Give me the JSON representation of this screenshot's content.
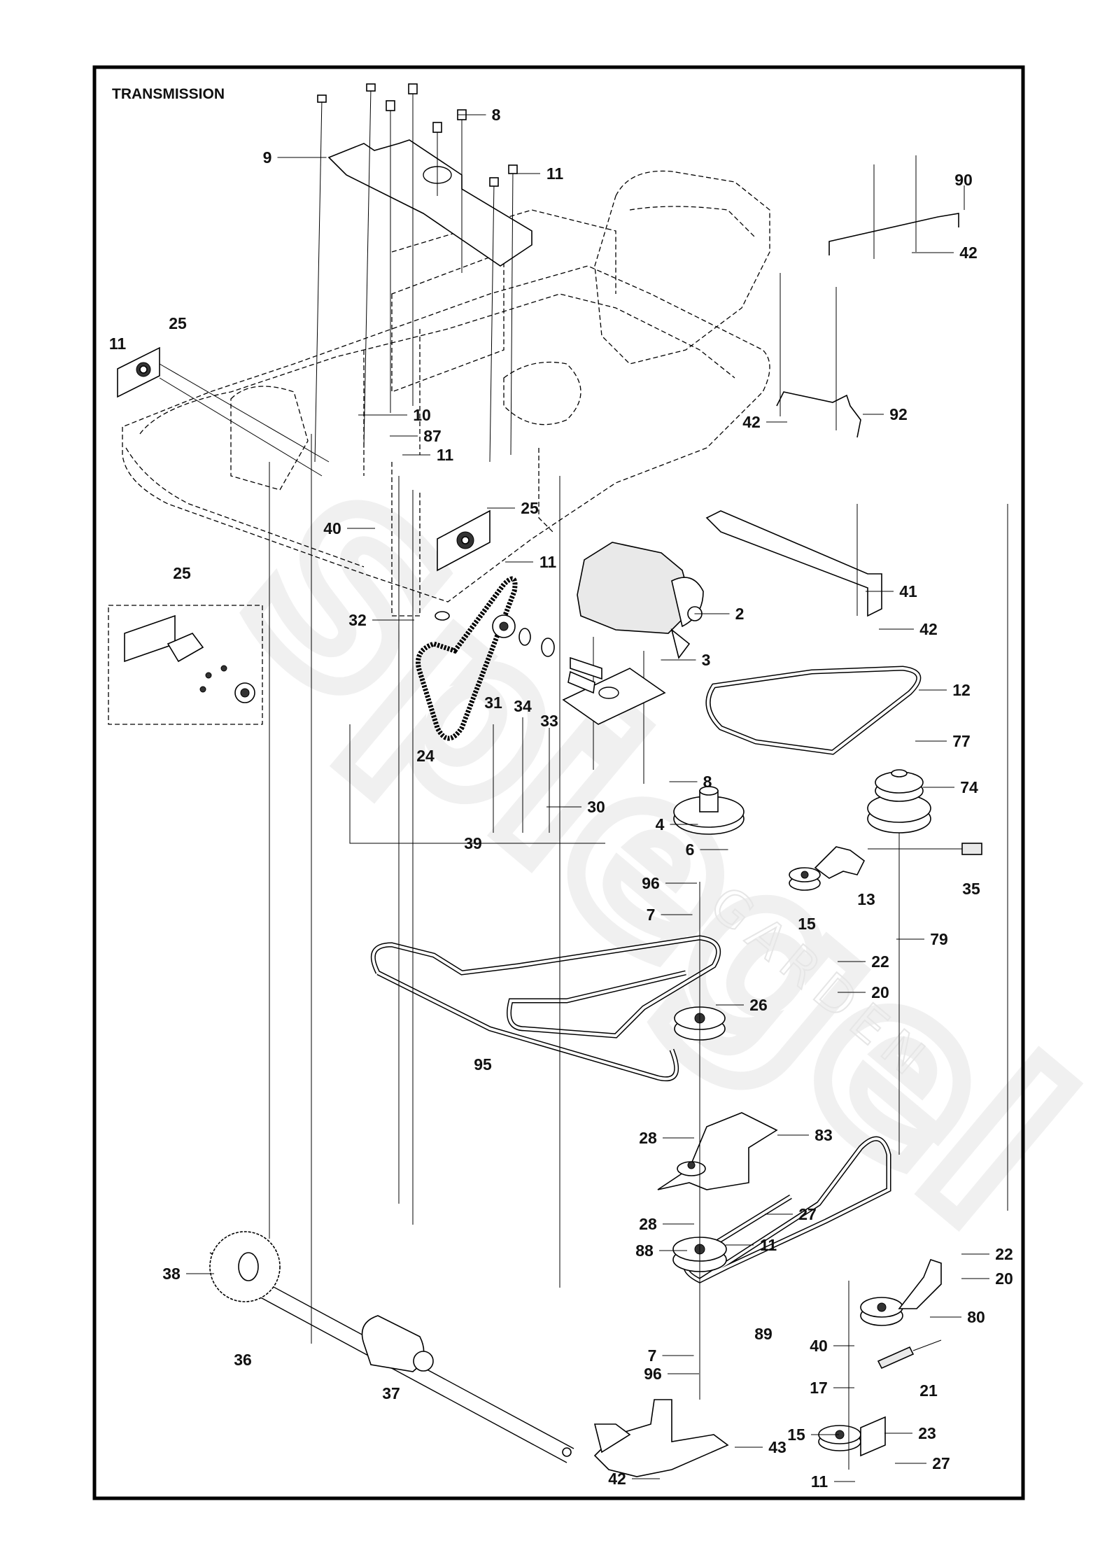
{
  "title": "TRANSMISSION",
  "watermark": {
    "brand": "Spiegel",
    "sub": "GARDEN"
  },
  "callouts": [
    "9",
    "8",
    "11",
    "90",
    "42",
    "25",
    "11",
    "10",
    "87",
    "11",
    "42",
    "92",
    "40",
    "25",
    "11",
    "25",
    "41",
    "2",
    "32",
    "42",
    "3",
    "12",
    "31",
    "34",
    "33",
    "77",
    "24",
    "8",
    "74",
    "30",
    "39",
    "4",
    "6",
    "13",
    "35",
    "15",
    "96",
    "7",
    "79",
    "22",
    "20",
    "26",
    "95",
    "83",
    "28",
    "27",
    "28",
    "11",
    "88",
    "22",
    "20",
    "38",
    "80",
    "89",
    "36",
    "40",
    "7",
    "21",
    "37",
    "96",
    "17",
    "15",
    "23",
    "43",
    "27",
    "42",
    "11"
  ]
}
